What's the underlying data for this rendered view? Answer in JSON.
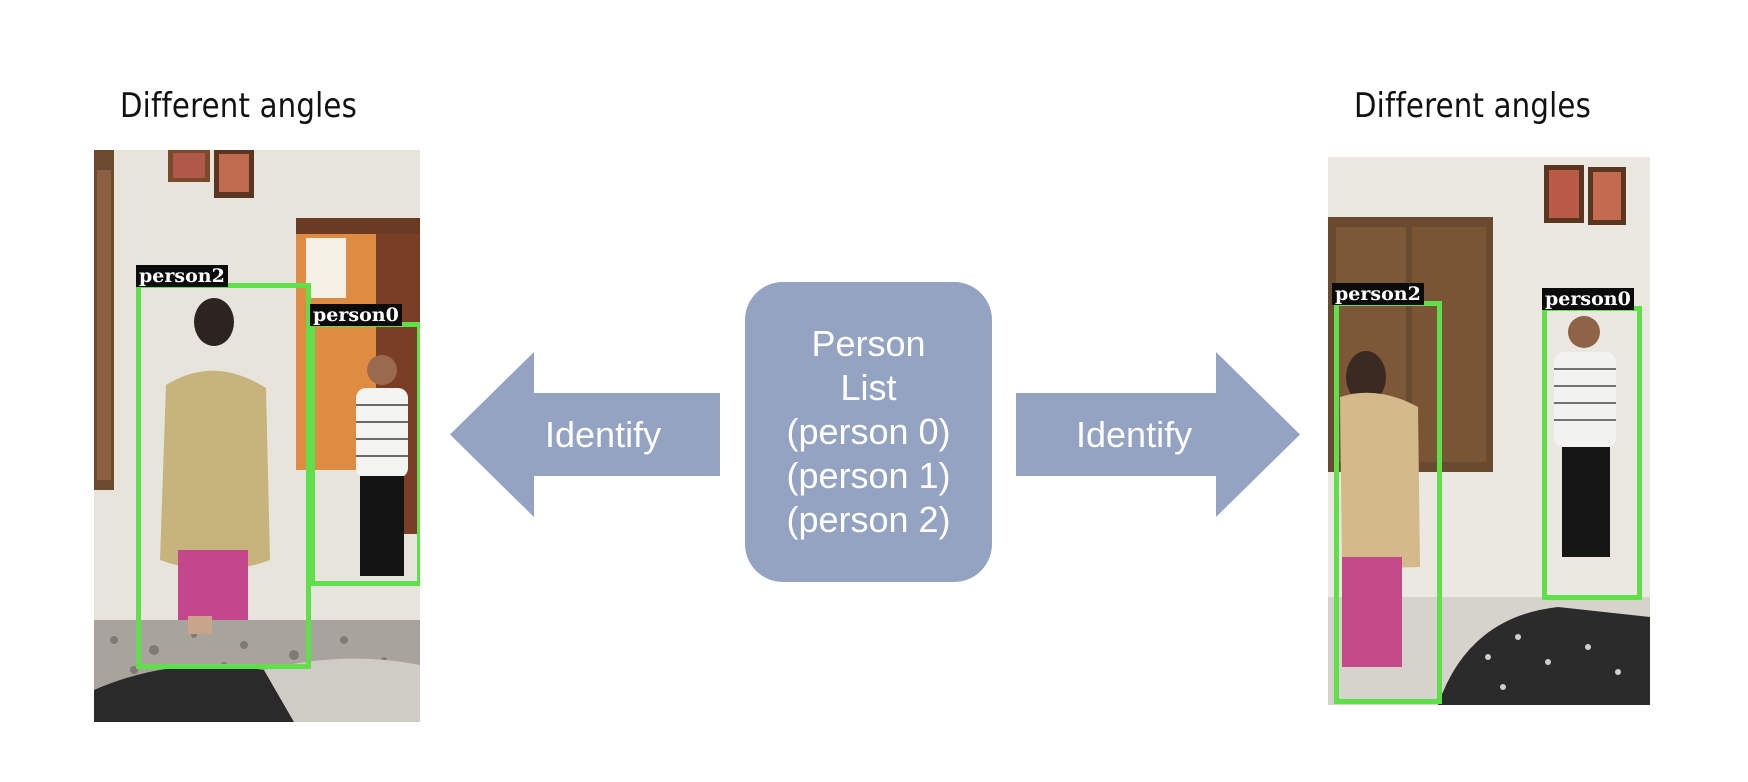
{
  "captions": {
    "left": "Different angles",
    "right": "Different angles"
  },
  "left_photo": {
    "labels": [
      "person2",
      "person0"
    ]
  },
  "right_photo": {
    "labels": [
      "person2",
      "person0"
    ]
  },
  "arrows": {
    "left_label": "Identify",
    "right_label": "Identify"
  },
  "person_list": {
    "lines": [
      "Person",
      "List",
      "(person 0)",
      "(person 1)",
      "(person 2)"
    ]
  },
  "colors": {
    "shape_fill": "#94a3c2",
    "bbox_stroke": "#5fe04a",
    "label_bg": "#0b0b0b"
  }
}
